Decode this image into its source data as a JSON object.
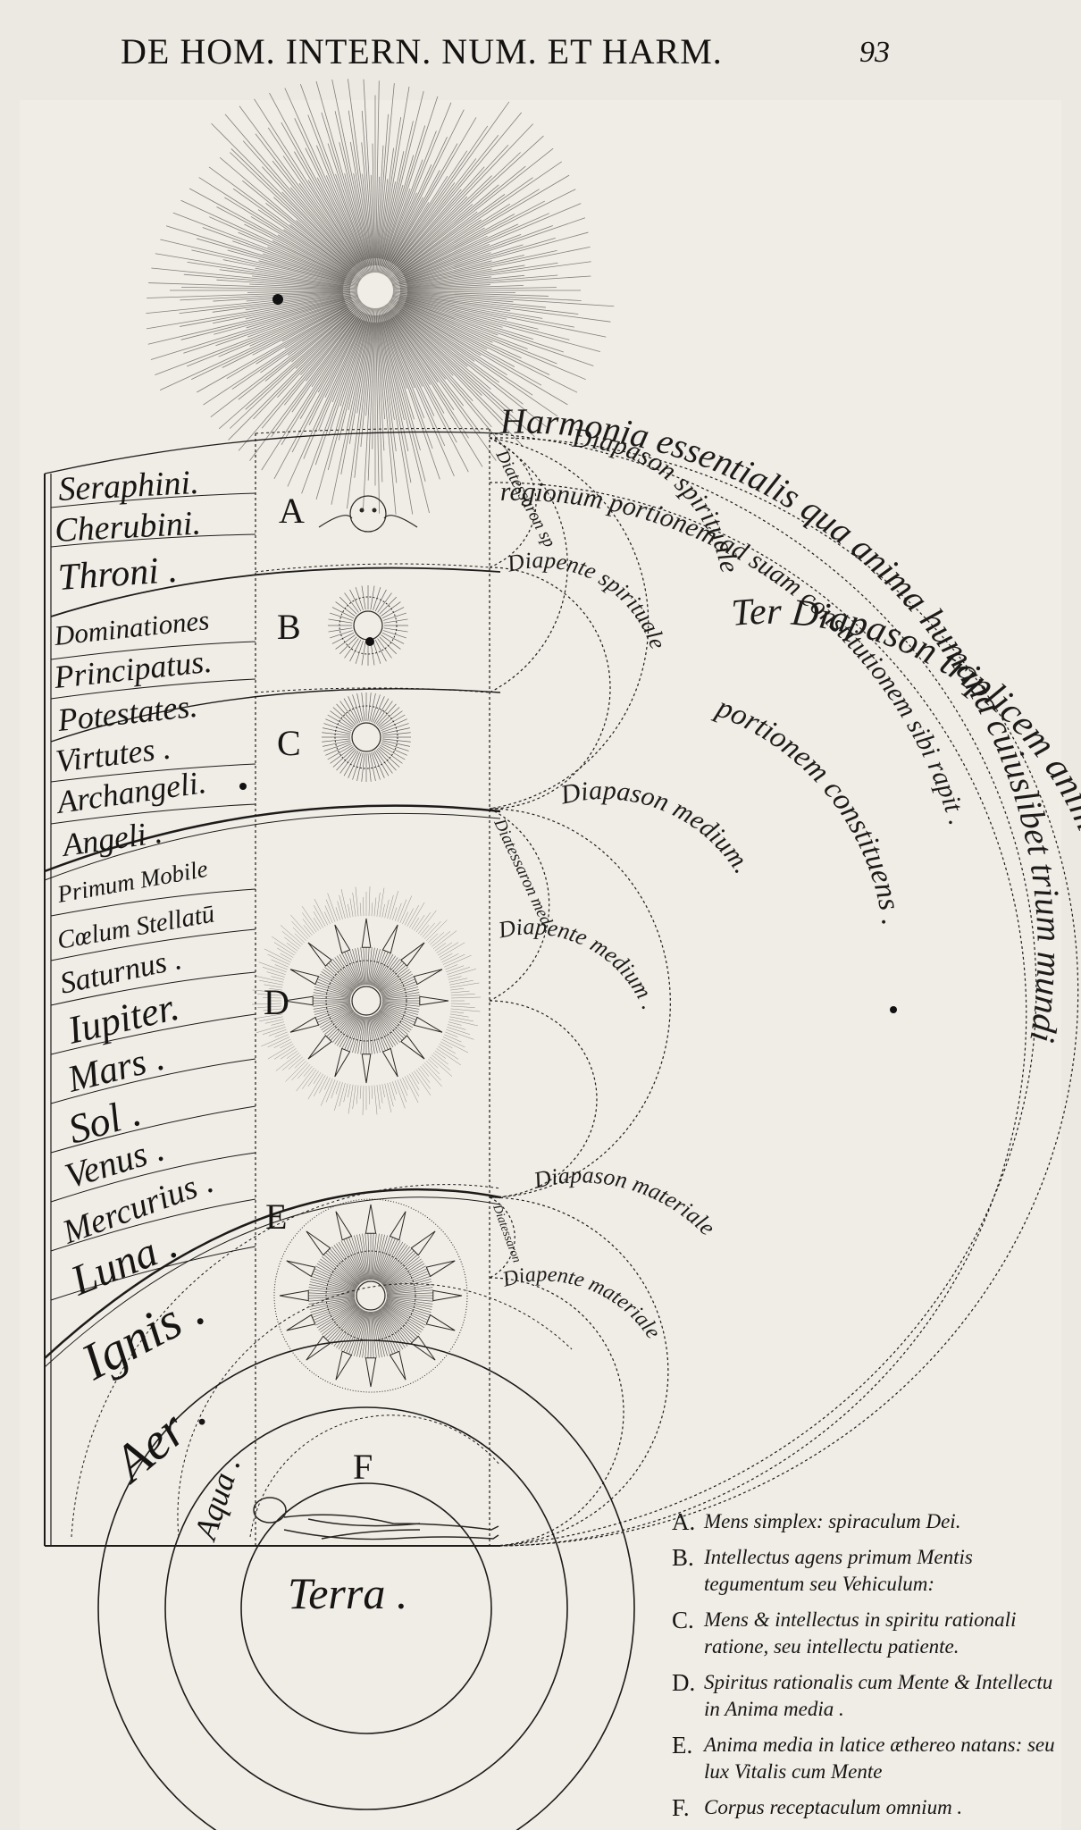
{
  "header": {
    "title": "DE HOM. INTERN. NUM. ET HARM.",
    "page_number": "93"
  },
  "hierarchy_labels": [
    "Seraphini.",
    "Cherubini.",
    "Throni .",
    "Dominationes",
    "Principatus.",
    "Potestates.",
    "Virtutes .",
    "Archangeli.",
    "Angeli ."
  ],
  "celestial_labels": [
    "Primum Mobile",
    "Cœlum Stellatū",
    "Saturnus .",
    "Iupiter.",
    "Mars .",
    "Sol .",
    "Venus .",
    "Mercurius .",
    "Luna ."
  ],
  "element_labels": {
    "fire": "Ignis .",
    "air": "Aer .",
    "water": "Aqua .",
    "earth": "Terra ."
  },
  "region_letters": [
    "A",
    "B",
    "C",
    "D",
    "E",
    "F"
  ],
  "arc_labels": {
    "harmonia_line1": "Harmonia essentialis qua anima humana cuiuslibet trium mundi",
    "harmonia_line2": "regionum portionem ad suam constitutionem sibi rapit .",
    "ter_diapason_line1": "Ter Diapason triplicem anima humanæ",
    "ter_diapason_line2": "portionem constituens .",
    "diapason_spirituale": "Diapason spirituale",
    "diapente_spirituale": "Diapente spirituale",
    "diatessaron_sp": "Diatessaron sp",
    "diapason_medium": "Diapason medium.",
    "diapente_medium": "Diapente medium .",
    "diatessaron_med": "Diatessaron med",
    "diapason_materiale": "Diapason materiale",
    "diapente_materiale": "Diapente materiale",
    "diatessaron_mat": "Diatessaron"
  },
  "legend": [
    {
      "key": "A.",
      "text": "Mens simplex: spiraculum Dei."
    },
    {
      "key": "B.",
      "text": "Intellectus agens primum Mentis tegumentum seu Vehiculum:"
    },
    {
      "key": "C.",
      "text": "Mens & intellectus in spiritu rationali ratione, seu intellectu patiente."
    },
    {
      "key": "D.",
      "text": "Spiritus rationalis cum Mente & Intellectu in Anima media ."
    },
    {
      "key": "E.",
      "text": "Anima media in latice æthereo natans: seu lux Vitalis cum Mente"
    },
    {
      "key": "F.",
      "text": "Corpus receptaculum omnium ."
    }
  ],
  "colors": {
    "paper": "#ece9e2",
    "ink": "#171513"
  }
}
